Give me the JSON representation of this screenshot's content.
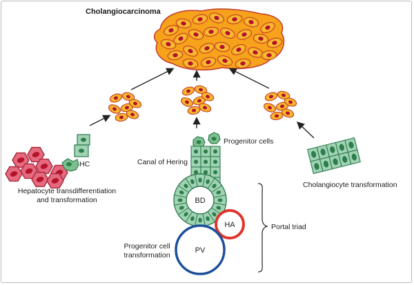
{
  "labels": {
    "title": "Cholangiocarcinoma",
    "hc": "HC",
    "hepatocyte_line1": "Hepatocyte transdifferentiation",
    "hepatocyte_line2": "and transformation",
    "progenitor_cells": "Progenitor cells",
    "canal_of_hering": "Canal of Hering",
    "cholangiocyte": "Cholangiocyte transformation",
    "bd": "BD",
    "ha": "HA",
    "pv": "PV",
    "portal_triad": "Portal triad",
    "progenitor_line1": "Progenitor cell",
    "progenitor_line2": "transformation"
  },
  "colors": {
    "tumor_fill": "#f7a21b",
    "tumor_center": "#fde24a",
    "nucleus": "#b5122b",
    "hepatocyte_fill": "#e56a7e",
    "hepatocyte_stroke": "#a8273d",
    "green_fill": "#9fd3b4",
    "green_stroke": "#2f7a4c",
    "green_nucleus": "#2e7d4b",
    "ha_ring": "#e0352b",
    "pv_ring": "#1b4f9a"
  }
}
